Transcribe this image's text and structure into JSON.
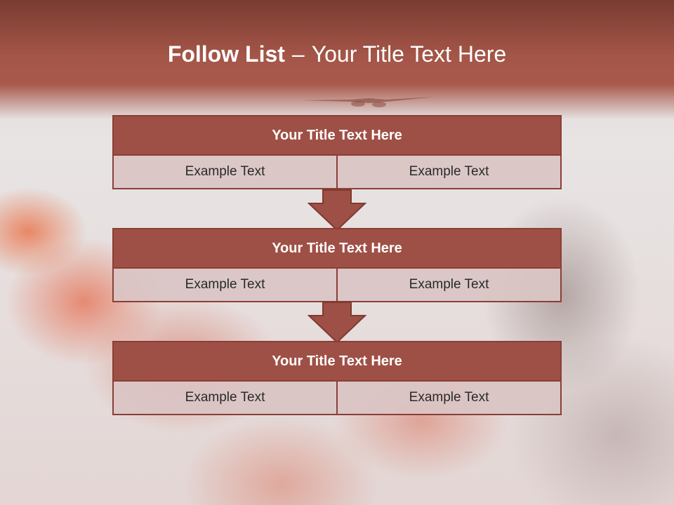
{
  "slide": {
    "title_strong": "Follow List",
    "title_separator": "–",
    "title_rest": "Your Title Text Here"
  },
  "blocks": [
    {
      "title": "Your Title Text Here",
      "left": "Example Text",
      "right": "Example Text"
    },
    {
      "title": "Your Title Text Here",
      "left": "Example Text",
      "right": "Example Text"
    },
    {
      "title": "Your Title Text Here",
      "left": "Example Text",
      "right": "Example Text"
    }
  ],
  "colors": {
    "header": "#a45648",
    "block_title": "#9f5046",
    "block_border": "#8a3f36",
    "cell": "#dac4c4",
    "arrow": "#9f5046"
  }
}
